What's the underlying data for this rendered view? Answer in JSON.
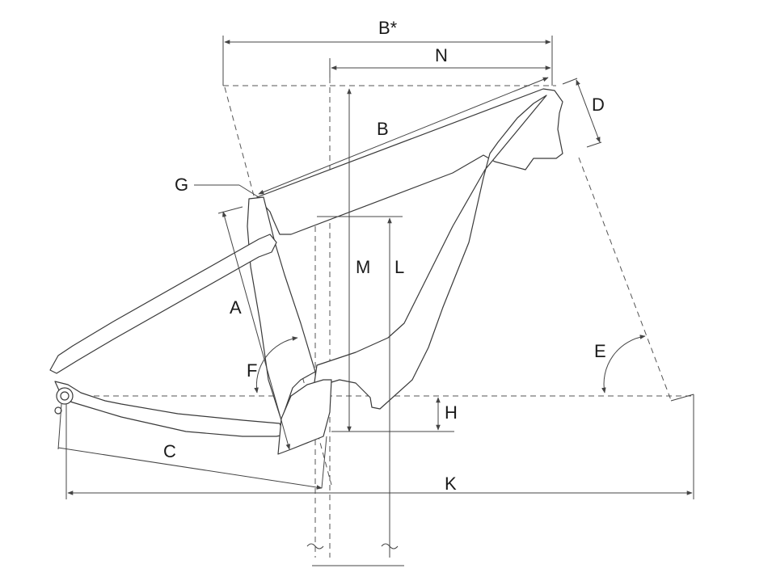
{
  "labels": {
    "b_star": "B*",
    "n": "N",
    "d": "D",
    "b": "B",
    "g": "G",
    "m": "M",
    "l": "L",
    "a": "A",
    "f": "F",
    "e": "E",
    "h": "H",
    "c": "C",
    "k": "K"
  }
}
